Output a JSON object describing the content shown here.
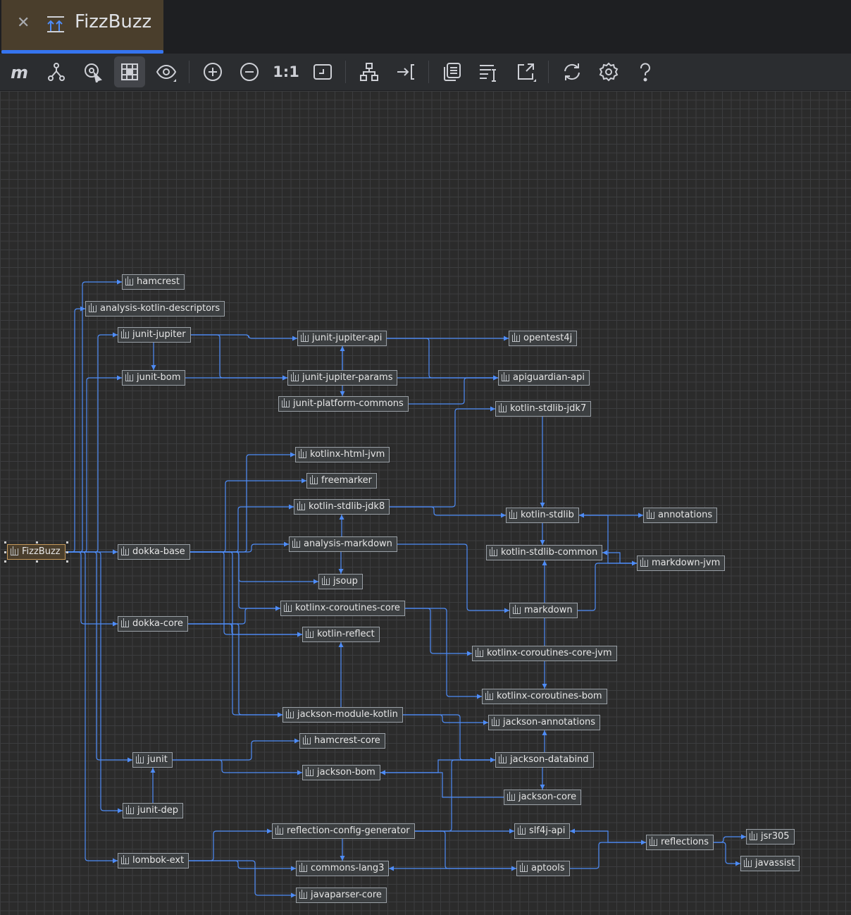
{
  "tab": {
    "title": "FizzBuzz",
    "close_glyph": "✕"
  },
  "toolbar": {
    "items": [
      {
        "name": "maven-logo-icon"
      },
      {
        "name": "show-dependencies-icon"
      },
      {
        "name": "select-tool-icon"
      },
      {
        "name": "show-grid-icon",
        "active": true
      },
      {
        "name": "visibility-icon"
      },
      {
        "name": "zoom-in-icon"
      },
      {
        "name": "zoom-out-icon"
      },
      {
        "name": "actual-size-label",
        "label": "1:1"
      },
      {
        "name": "fit-content-icon"
      },
      {
        "name": "apply-layout-icon"
      },
      {
        "name": "route-edges-icon"
      },
      {
        "name": "copy-to-clipboard-icon"
      },
      {
        "name": "export-to-file-icon"
      },
      {
        "name": "export-icon"
      },
      {
        "name": "refresh-icon"
      },
      {
        "name": "settings-icon"
      },
      {
        "name": "help-icon"
      }
    ]
  },
  "graph": {
    "root": "FizzBuzz",
    "nodes": [
      "FizzBuzz",
      "hamcrest",
      "analysis-kotlin-descriptors",
      "junit-jupiter",
      "junit-bom",
      "junit-jupiter-api",
      "opentest4j",
      "junit-jupiter-params",
      "apiguardian-api",
      "junit-platform-commons",
      "kotlin-stdlib-jdk7",
      "kotlinx-html-jvm",
      "freemarker",
      "kotlin-stdlib-jdk8",
      "kotlin-stdlib",
      "annotations",
      "dokka-base",
      "analysis-markdown",
      "kotlin-stdlib-common",
      "markdown-jvm",
      "jsoup",
      "kotlinx-coroutines-core",
      "markdown",
      "dokka-core",
      "kotlin-reflect",
      "kotlinx-coroutines-core-jvm",
      "kotlinx-coroutines-bom",
      "jackson-module-kotlin",
      "jackson-annotations",
      "hamcrest-core",
      "junit",
      "jackson-databind",
      "jackson-bom",
      "jackson-core",
      "junit-dep",
      "reflection-config-generator",
      "slf4j-api",
      "reflections",
      "jsr305",
      "javassist",
      "lombok-ext",
      "commons-lang3",
      "aptools",
      "javaparser-core"
    ],
    "edges": [
      [
        "FizzBuzz",
        "hamcrest"
      ],
      [
        "FizzBuzz",
        "analysis-kotlin-descriptors"
      ],
      [
        "FizzBuzz",
        "junit-jupiter"
      ],
      [
        "FizzBuzz",
        "junit-bom"
      ],
      [
        "FizzBuzz",
        "dokka-base"
      ],
      [
        "FizzBuzz",
        "dokka-core"
      ],
      [
        "FizzBuzz",
        "junit"
      ],
      [
        "FizzBuzz",
        "junit-dep"
      ],
      [
        "FizzBuzz",
        "lombok-ext"
      ],
      [
        "junit-jupiter",
        "junit-jupiter-api"
      ],
      [
        "junit-jupiter",
        "junit-jupiter-params"
      ],
      [
        "junit-jupiter",
        "junit-bom"
      ],
      [
        "junit-jupiter-api",
        "opentest4j"
      ],
      [
        "junit-jupiter-api",
        "apiguardian-api"
      ],
      [
        "junit-jupiter-api",
        "junit-platform-commons"
      ],
      [
        "junit-jupiter-params",
        "junit-jupiter-api"
      ],
      [
        "junit-jupiter-params",
        "apiguardian-api"
      ],
      [
        "junit-platform-commons",
        "apiguardian-api"
      ],
      [
        "junit-bom",
        "junit-jupiter-params"
      ],
      [
        "dokka-base",
        "kotlinx-html-jvm"
      ],
      [
        "dokka-base",
        "freemarker"
      ],
      [
        "dokka-base",
        "kotlin-stdlib-jdk8"
      ],
      [
        "dokka-base",
        "analysis-markdown"
      ],
      [
        "dokka-base",
        "jsoup"
      ],
      [
        "dokka-base",
        "kotlinx-coroutines-core"
      ],
      [
        "dokka-base",
        "kotlin-reflect"
      ],
      [
        "dokka-base",
        "jackson-module-kotlin"
      ],
      [
        "kotlin-stdlib-jdk8",
        "kotlin-stdlib-jdk7"
      ],
      [
        "kotlin-stdlib-jdk8",
        "kotlin-stdlib"
      ],
      [
        "kotlin-stdlib-jdk7",
        "kotlin-stdlib"
      ],
      [
        "kotlin-stdlib",
        "kotlin-stdlib-common"
      ],
      [
        "kotlin-stdlib",
        "annotations"
      ],
      [
        "analysis-markdown",
        "markdown"
      ],
      [
        "analysis-markdown",
        "jsoup"
      ],
      [
        "analysis-markdown",
        "kotlin-stdlib-jdk8"
      ],
      [
        "markdown",
        "markdown-jvm"
      ],
      [
        "markdown-jvm",
        "kotlin-stdlib"
      ],
      [
        "markdown-jvm",
        "kotlin-stdlib-common"
      ],
      [
        "kotlinx-coroutines-core",
        "kotlinx-coroutines-core-jvm"
      ],
      [
        "kotlinx-coroutines-core",
        "kotlinx-coroutines-bom"
      ],
      [
        "kotlinx-coroutines-core-jvm",
        "kotlinx-coroutines-bom"
      ],
      [
        "kotlinx-coroutines-core-jvm",
        "kotlin-stdlib-common"
      ],
      [
        "dokka-core",
        "kotlinx-coroutines-core"
      ],
      [
        "dokka-core",
        "kotlin-reflect"
      ],
      [
        "dokka-core",
        "jackson-module-kotlin"
      ],
      [
        "jackson-module-kotlin",
        "kotlin-reflect"
      ],
      [
        "jackson-module-kotlin",
        "jackson-annotations"
      ],
      [
        "jackson-module-kotlin",
        "jackson-databind"
      ],
      [
        "jackson-databind",
        "jackson-annotations"
      ],
      [
        "jackson-databind",
        "jackson-core"
      ],
      [
        "jackson-databind",
        "jackson-bom"
      ],
      [
        "jackson-core",
        "jackson-bom"
      ],
      [
        "junit",
        "hamcrest-core"
      ],
      [
        "junit",
        "jackson-bom"
      ],
      [
        "junit-dep",
        "junit"
      ],
      [
        "lombok-ext",
        "reflection-config-generator"
      ],
      [
        "lombok-ext",
        "commons-lang3"
      ],
      [
        "lombok-ext",
        "javaparser-core"
      ],
      [
        "reflection-config-generator",
        "slf4j-api"
      ],
      [
        "reflection-config-generator",
        "commons-lang3"
      ],
      [
        "reflection-config-generator",
        "aptools"
      ],
      [
        "reflection-config-generator",
        "jackson-databind"
      ],
      [
        "aptools",
        "commons-lang3"
      ],
      [
        "aptools",
        "reflections"
      ],
      [
        "reflections",
        "slf4j-api"
      ],
      [
        "reflections",
        "jsr305"
      ],
      [
        "reflections",
        "javassist"
      ]
    ]
  }
}
